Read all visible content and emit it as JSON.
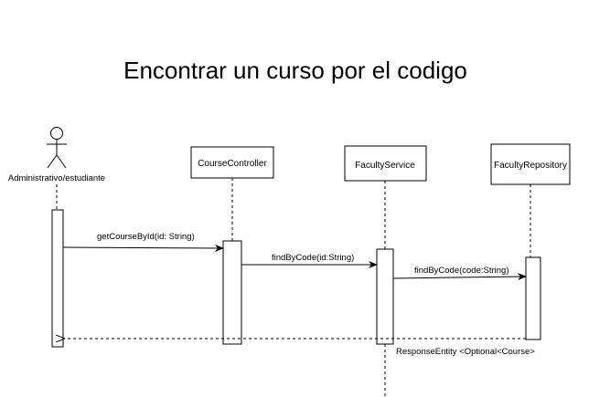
{
  "diagram": {
    "title": "Encontrar un curso por el codigo",
    "actor": {
      "label": "Administrativo/estudiante"
    },
    "participants": [
      {
        "id": "controller",
        "label": "CourseController"
      },
      {
        "id": "service",
        "label": "FacultyService"
      },
      {
        "id": "repository",
        "label": "FacultyRepository"
      }
    ],
    "messages": [
      {
        "from": "actor",
        "to": "controller",
        "label": "getCourseById(id: String)",
        "kind": "sync"
      },
      {
        "from": "controller",
        "to": "service",
        "label": "findByCode(id:String)",
        "kind": "sync"
      },
      {
        "from": "service",
        "to": "repository",
        "label": "findByCode(code:String)",
        "kind": "sync"
      },
      {
        "from": "repository",
        "to": "actor",
        "label": "ResponseEntity <Optional<Course>",
        "kind": "return"
      }
    ]
  }
}
